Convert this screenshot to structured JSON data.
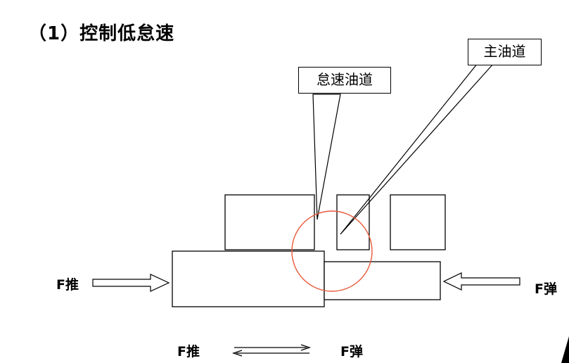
{
  "heading": "（1）控制低怠速",
  "callouts": {
    "idle_channel": "怠速油道",
    "main_channel": "主油道"
  },
  "forces": {
    "push_left": "F推",
    "spring_right": "F弹",
    "push_bottom": "F推",
    "spring_bottom": "F弹"
  },
  "colors": {
    "highlight_circle": "#e8593a",
    "line": "#000000"
  }
}
